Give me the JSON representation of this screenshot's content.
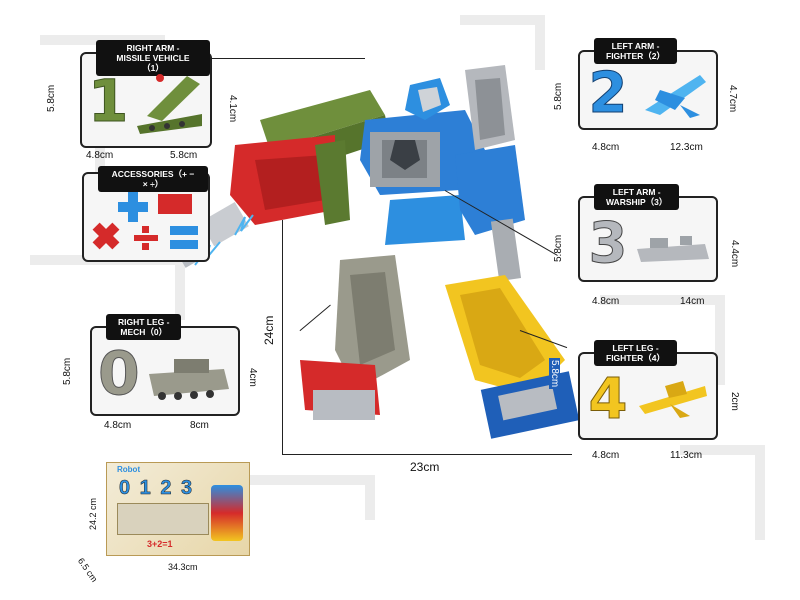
{
  "panels": {
    "right_arm": {
      "title_line1": "RIGHT ARM -",
      "title_line2": "MISSILE VEHICLE（1）",
      "height": "5.8cm",
      "width_digit": "4.8cm",
      "width_vehicle": "5.8cm",
      "height_vehicle": "4.1cm",
      "digit": "1"
    },
    "accessories": {
      "title": "ACCESSORIES（+ − × ÷）"
    },
    "right_leg": {
      "title_line1": "RIGHT LEG -",
      "title_line2": "MECH（0）",
      "height": "5.8cm",
      "width_digit": "4.8cm",
      "width_vehicle": "8cm",
      "height_vehicle": "4cm",
      "digit": "0"
    },
    "left_arm_fighter": {
      "title_line1": "LEFT ARM -",
      "title_line2": "FIGHTER（2）",
      "height": "5.8cm",
      "width_digit": "4.8cm",
      "width_vehicle": "12.3cm",
      "height_vehicle": "4.7cm",
      "digit": "2"
    },
    "left_arm_warship": {
      "title_line1": "LEFT ARM -",
      "title_line2": "WARSHIP（3）",
      "height": "5.8cm",
      "width_digit": "4.8cm",
      "width_vehicle": "14cm",
      "height_vehicle": "4.4cm",
      "digit": "3"
    },
    "left_leg": {
      "title_line1": "LEFT LEG -",
      "title_line2": "FIGHTER（4）",
      "height": "5.8cm",
      "width_digit": "4.8cm",
      "width_vehicle": "11.3cm",
      "height_vehicle": "2cm",
      "digit": "4"
    }
  },
  "robot": {
    "height": "24cm",
    "width": "23cm",
    "arm_label": "5.8cm"
  },
  "box": {
    "height": "24.2 cm",
    "width": "34.3cm",
    "depth": "6.5 cm",
    "brand": "Robot",
    "digits": "0 1 2 3",
    "bottom_text": "3+2=1"
  },
  "colors": {
    "green": "#6f8f3c",
    "blue": "#2d8fe0",
    "red": "#d52a2a",
    "yellow": "#f2c520",
    "grey": "#9a9a8c"
  }
}
